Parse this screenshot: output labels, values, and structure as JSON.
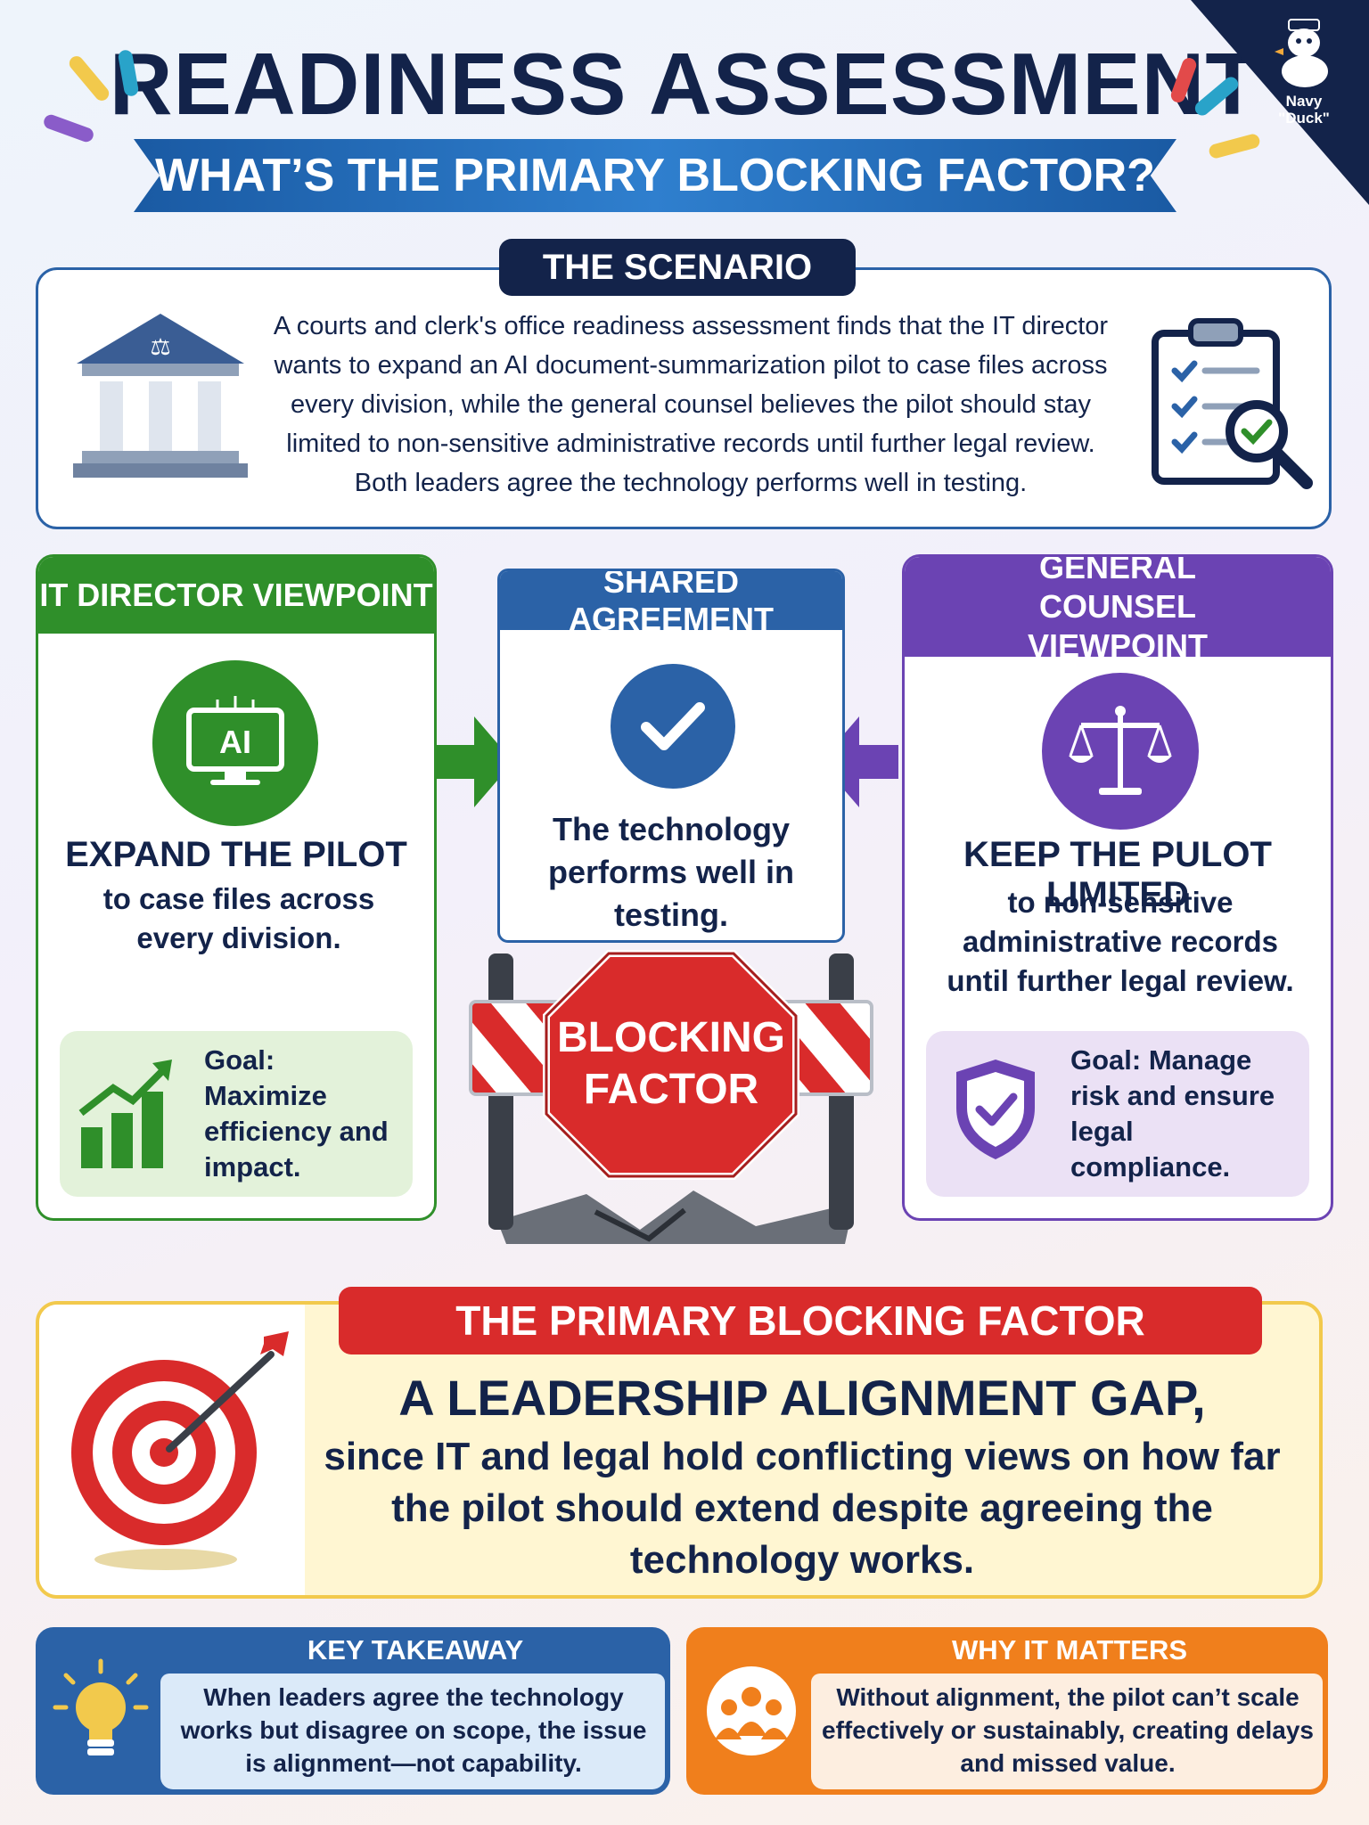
{
  "header": {
    "title": "READINESS ASSESSMENT",
    "subtitle": "WHAT’S THE PRIMARY BLOCKING FACTOR?"
  },
  "brand": {
    "line1": "Navy",
    "line2": "\"Duck\""
  },
  "scenario": {
    "label": "THE SCENARIO",
    "text": "A courts and clerk's office readiness assessment finds that the IT director wants to expand an AI document-summarization pilot to case files across every division, while the general counsel believes the pilot should stay limited to non-sensitive administrative records until further legal review. Both leaders agree the technology performs well in testing."
  },
  "it_director": {
    "header": "IT DIRECTOR VIEWPOINT",
    "icon_label": "AI",
    "title": "EXPAND THE PILOT",
    "subtitle": "to case files across every division.",
    "goal": "Goal: Maximize efficiency and impact."
  },
  "shared": {
    "header": "SHARED AGREEMENT",
    "text": "The technology performs well in testing."
  },
  "general_counsel": {
    "header": "GENERAL COUNSEL VIEWPOINT",
    "title": "KEEP THE PULOT LIMITED",
    "subtitle": "to non-sensitive administrative records until further legal review.",
    "goal": "Goal: Manage risk and ensure legal compliance."
  },
  "barrier": {
    "sign_line1": "BLOCKING",
    "sign_line2": "FACTOR"
  },
  "primary": {
    "label": "THE PRIMARY BLOCKING FACTOR",
    "headline": "A LEADERSHIP ALIGNMENT GAP,",
    "text": "since IT and legal hold conflicting views on how far the pilot should extend despite agreeing the technology works."
  },
  "key_takeaway": {
    "header": "KEY TAKEAWAY",
    "text": "When leaders agree the technology works but disagree on scope, the issue is alignment—not capability."
  },
  "why_matters": {
    "header": "WHY IT MATTERS",
    "text": "Without alignment, the pilot can’t scale effectively or sustainably, creating delays and missed value."
  },
  "colors": {
    "navy": "#13234a",
    "blue": "#2b62a7",
    "green": "#2f8f2a",
    "purple": "#6b43b3",
    "red": "#d92b2b",
    "orange": "#f07f1c",
    "yellow": "#f2c94c"
  },
  "icons": [
    "courthouse-icon",
    "clipboard-check-icon",
    "ai-monitor-icon",
    "checkmark-icon",
    "scales-icon",
    "growth-chart-icon",
    "shield-check-icon",
    "target-icon",
    "lightbulb-icon",
    "team-icon",
    "duck-mascot-icon"
  ]
}
